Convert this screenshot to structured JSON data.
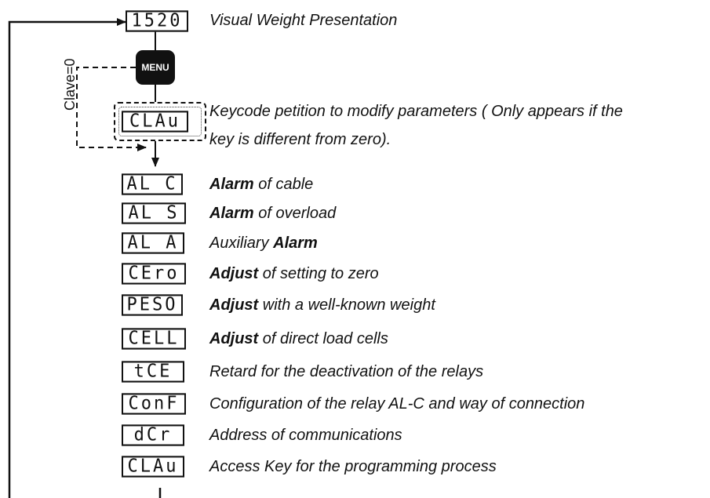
{
  "top_display": {
    "code": "1520",
    "description": "Visual Weight Presentation"
  },
  "menu_key": {
    "label": "MENU"
  },
  "bypass": {
    "label": "Clave=0"
  },
  "keycode_display": {
    "code": "CLAu",
    "description_line1": "Keycode petition to modify parameters ( Only appears if the",
    "description_line2": "key is different from zero)."
  },
  "parameters": [
    {
      "code": "AL C",
      "bold": "Alarm",
      "rest": " of cable",
      "bold_first": true
    },
    {
      "code": "AL S",
      "bold": "Alarm",
      "rest": "  of overload",
      "bold_first": true
    },
    {
      "code": "AL A",
      "bold": "Alarm",
      "rest": "Auxiliary ",
      "bold_first": false
    },
    {
      "code": "CEro",
      "bold": "Adjust",
      "rest": " of setting to zero",
      "bold_first": true
    },
    {
      "code": "PESO",
      "bold": "Adjust",
      "rest": " with a well-known weight",
      "bold_first": true
    },
    {
      "code": "CELL",
      "bold": "Adjust",
      "rest": " of direct load cells",
      "bold_first": true
    },
    {
      "code": "tCE",
      "bold": "",
      "rest": "Retard for the deactivation of the relays",
      "bold_first": true
    },
    {
      "code": "ConF",
      "bold": "",
      "rest": "Configuration of the relay AL-C and way of connection",
      "bold_first": true
    },
    {
      "code": "dCr",
      "bold": "",
      "rest": "Address of communications",
      "bold_first": true
    },
    {
      "code": "CLAu",
      "bold": "",
      "rest": "Access Key for the programming process",
      "bold_first": true
    }
  ]
}
